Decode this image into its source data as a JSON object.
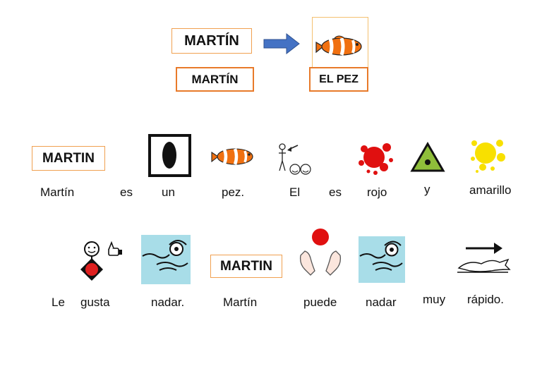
{
  "header": {
    "name_box": "MARTÍN",
    "name_box_small": "MARTÍN",
    "fish_box": "EL PEZ"
  },
  "sentence1": {
    "name_card": "MARTIN",
    "words": [
      "Martín",
      "es",
      "un",
      "pez.",
      "El",
      "es",
      "rojo",
      "y",
      "amarillo"
    ]
  },
  "sentence2": {
    "name_card": "MARTIN",
    "words": [
      "Le",
      "gusta",
      "nadar.",
      "Martín",
      "puede",
      "nadar",
      "muy",
      "rápido."
    ]
  },
  "colors": {
    "arrow_blue": "#4472c4",
    "orange_border": "#e87a2a",
    "fish_orange": "#f07010",
    "red": "#e01010",
    "yellow": "#f8e000",
    "water_blue": "#a8dde8"
  }
}
